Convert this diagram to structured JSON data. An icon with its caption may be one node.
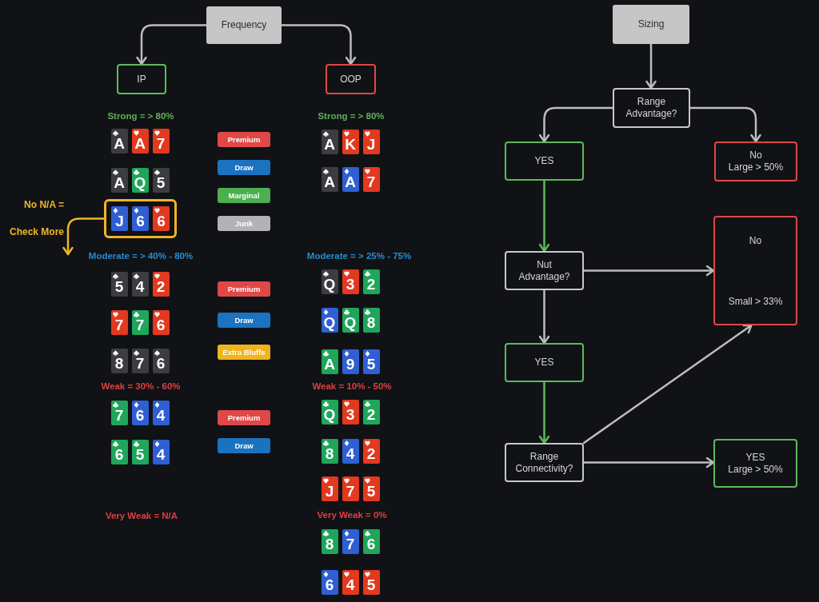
{
  "diagram": {
    "nodes": [
      {
        "text": [
          "Frequency"
        ]
      },
      {
        "text": [
          "IP"
        ]
      },
      {
        "text": [
          "OOP"
        ]
      },
      {
        "text": [
          "A"
        ]
      },
      {
        "text": [
          "A"
        ]
      },
      {
        "text": [
          "7"
        ]
      },
      {
        "text": [
          "A"
        ]
      },
      {
        "text": [
          "Q"
        ]
      },
      {
        "text": [
          "5"
        ]
      },
      {
        "text": [],
        "shape": "box"
      },
      {
        "text": [
          "J"
        ],
        "in": 9
      },
      {
        "text": [
          "6"
        ],
        "in": 9
      },
      {
        "text": [
          "6"
        ],
        "in": 9
      },
      {
        "text": [
          "5"
        ]
      },
      {
        "text": [
          "4"
        ]
      },
      {
        "text": [
          "2"
        ]
      },
      {
        "text": [
          "7"
        ]
      },
      {
        "text": [
          "7"
        ]
      },
      {
        "text": [
          "6"
        ]
      },
      {
        "text": [
          "8"
        ]
      },
      {
        "text": [
          "7"
        ]
      },
      {
        "text": [
          "6"
        ]
      },
      {
        "text": [
          "7"
        ]
      },
      {
        "text": [
          "6"
        ]
      },
      {
        "text": [
          "4"
        ]
      },
      {
        "text": [
          "6"
        ]
      },
      {
        "text": [
          "5"
        ]
      },
      {
        "text": [
          "4"
        ]
      },
      {
        "text": [
          "Premium"
        ]
      },
      {
        "text": [
          "Draw"
        ]
      },
      {
        "text": [
          "Marginal"
        ]
      },
      {
        "text": [
          "Junk"
        ]
      },
      {
        "text": [
          "Premium"
        ]
      },
      {
        "text": [
          "Draw"
        ]
      },
      {
        "text": [
          "Extra Bluffs"
        ]
      },
      {
        "text": [
          "Premium"
        ]
      },
      {
        "text": [
          "Draw"
        ]
      },
      {
        "text": [
          "A"
        ]
      },
      {
        "text": [
          "K"
        ]
      },
      {
        "text": [
          "J"
        ]
      },
      {
        "text": [
          "A"
        ]
      },
      {
        "text": [
          "A"
        ]
      },
      {
        "text": [
          "7"
        ]
      },
      {
        "text": [
          "Q"
        ]
      },
      {
        "text": [
          "3"
        ]
      },
      {
        "text": [
          "2"
        ]
      },
      {
        "text": [
          "Q"
        ]
      },
      {
        "text": [
          "Q"
        ]
      },
      {
        "text": [
          "8"
        ]
      },
      {
        "text": [
          "A"
        ]
      },
      {
        "text": [
          "9"
        ]
      },
      {
        "text": [
          "5"
        ]
      },
      {
        "text": [
          "Q"
        ]
      },
      {
        "text": [
          "3"
        ]
      },
      {
        "text": [
          "2"
        ]
      },
      {
        "text": [
          "8"
        ]
      },
      {
        "text": [
          "4"
        ]
      },
      {
        "text": [
          "2"
        ]
      },
      {
        "text": [
          "J"
        ]
      },
      {
        "text": [
          "7"
        ]
      },
      {
        "text": [
          "5"
        ]
      },
      {
        "text": [
          "8"
        ]
      },
      {
        "text": [
          "7"
        ]
      },
      {
        "text": [
          "6"
        ]
      },
      {
        "text": [
          "6"
        ]
      },
      {
        "text": [
          "4"
        ]
      },
      {
        "text": [
          "5"
        ]
      },
      {
        "text": [
          "Sizing"
        ]
      },
      {
        "text": [
          "Range Advantage?"
        ]
      },
      {
        "text": [
          "YES"
        ]
      },
      {
        "text": [
          "No",
          "Large > 50%"
        ]
      },
      {
        "text": [
          "Nut Advantage?"
        ]
      },
      {
        "text": [
          "No",
          "Small > 33%"
        ]
      },
      {
        "text": [
          "YES"
        ]
      },
      {
        "text": [
          "Range Connectivity?"
        ]
      },
      {
        "text": [
          "YES",
          "Large > 50%"
        ]
      }
    ],
    "edges": [
      {
        "from": 0,
        "to": 1,
        "arrow": "to"
      },
      {
        "from": 0,
        "to": 2,
        "arrow": "to"
      },
      {
        "from": 9,
        "to": null,
        "arrow": "to",
        "label": "No N/A = Check More",
        "color": "#f0b429"
      },
      {
        "from": 67,
        "to": 68,
        "arrow": "to"
      },
      {
        "from": 68,
        "to": 69,
        "arrow": "to"
      },
      {
        "from": 68,
        "to": 70,
        "arrow": "to"
      },
      {
        "from": 69,
        "to": 71,
        "arrow": "to",
        "color": "#5cba5c"
      },
      {
        "from": 71,
        "to": 72,
        "arrow": "to"
      },
      {
        "from": 71,
        "to": 73,
        "arrow": "to"
      },
      {
        "from": 73,
        "to": 74,
        "arrow": "to",
        "color": "#5cba5c"
      },
      {
        "from": 74,
        "to": 72,
        "arrow": "to"
      },
      {
        "from": 74,
        "to": 75,
        "arrow": "to"
      }
    ],
    "labels": [
      "Strong = > 80%",
      "Strong = > 80%",
      "Moderate = > 40% - 80%",
      "Moderate = > 25% - 75%",
      "Weak = 30% - 60%",
      "Weak = 10% - 50%",
      "Very Weak = N/A",
      "Very Weak = 0%"
    ]
  }
}
